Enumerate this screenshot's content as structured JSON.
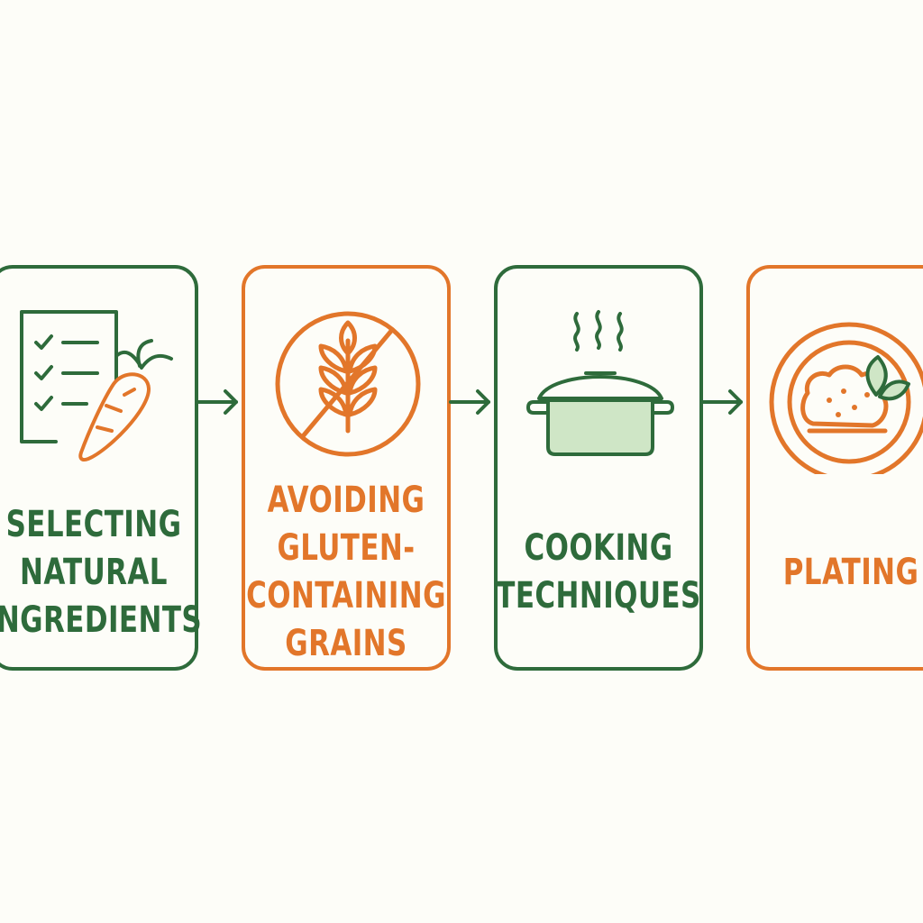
{
  "colors": {
    "green": "#2e6b3b",
    "orange": "#e2762a",
    "pot_fill": "#cfe6c6",
    "background": "#fdfdf8"
  },
  "steps": [
    {
      "label": "SELECTING\nNATURAL\nINGREDIENTS",
      "color": "green",
      "icon": "checklist-carrot-icon"
    },
    {
      "label": "AVOIDING\nGLUTEN-\nCONTAINING\nGRAINS",
      "color": "orange",
      "icon": "no-wheat-icon"
    },
    {
      "label": "COOKING\nTECHNIQUES",
      "color": "green",
      "icon": "cooking-pot-icon"
    },
    {
      "label": "PLATING",
      "color": "orange",
      "icon": "plated-dish-icon"
    }
  ],
  "arrows": [
    {
      "from": 1,
      "to": 2,
      "color": "green"
    },
    {
      "from": 2,
      "to": 3,
      "color": "green"
    },
    {
      "from": 3,
      "to": 4,
      "color": "green"
    }
  ]
}
